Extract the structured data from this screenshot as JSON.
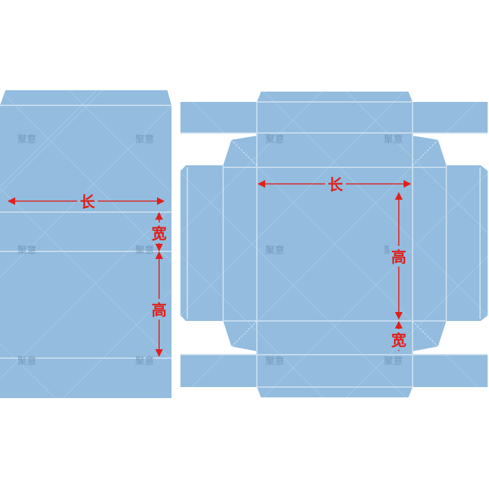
{
  "colors": {
    "panel_fill": "#93bcdf",
    "fold_line": "#c7dced",
    "diag_line": "#a7cbe7",
    "dim_arrow": "#e0201a",
    "label": "#e0201a",
    "watermark": "#6e95b8",
    "background": "#ffffff"
  },
  "left_diagram": {
    "length_label": "长",
    "width_label": "宽",
    "height_label": "高"
  },
  "right_diagram": {
    "length_label": "长",
    "height_label": "高",
    "width_label": "宽"
  },
  "watermark_text": "聚意"
}
